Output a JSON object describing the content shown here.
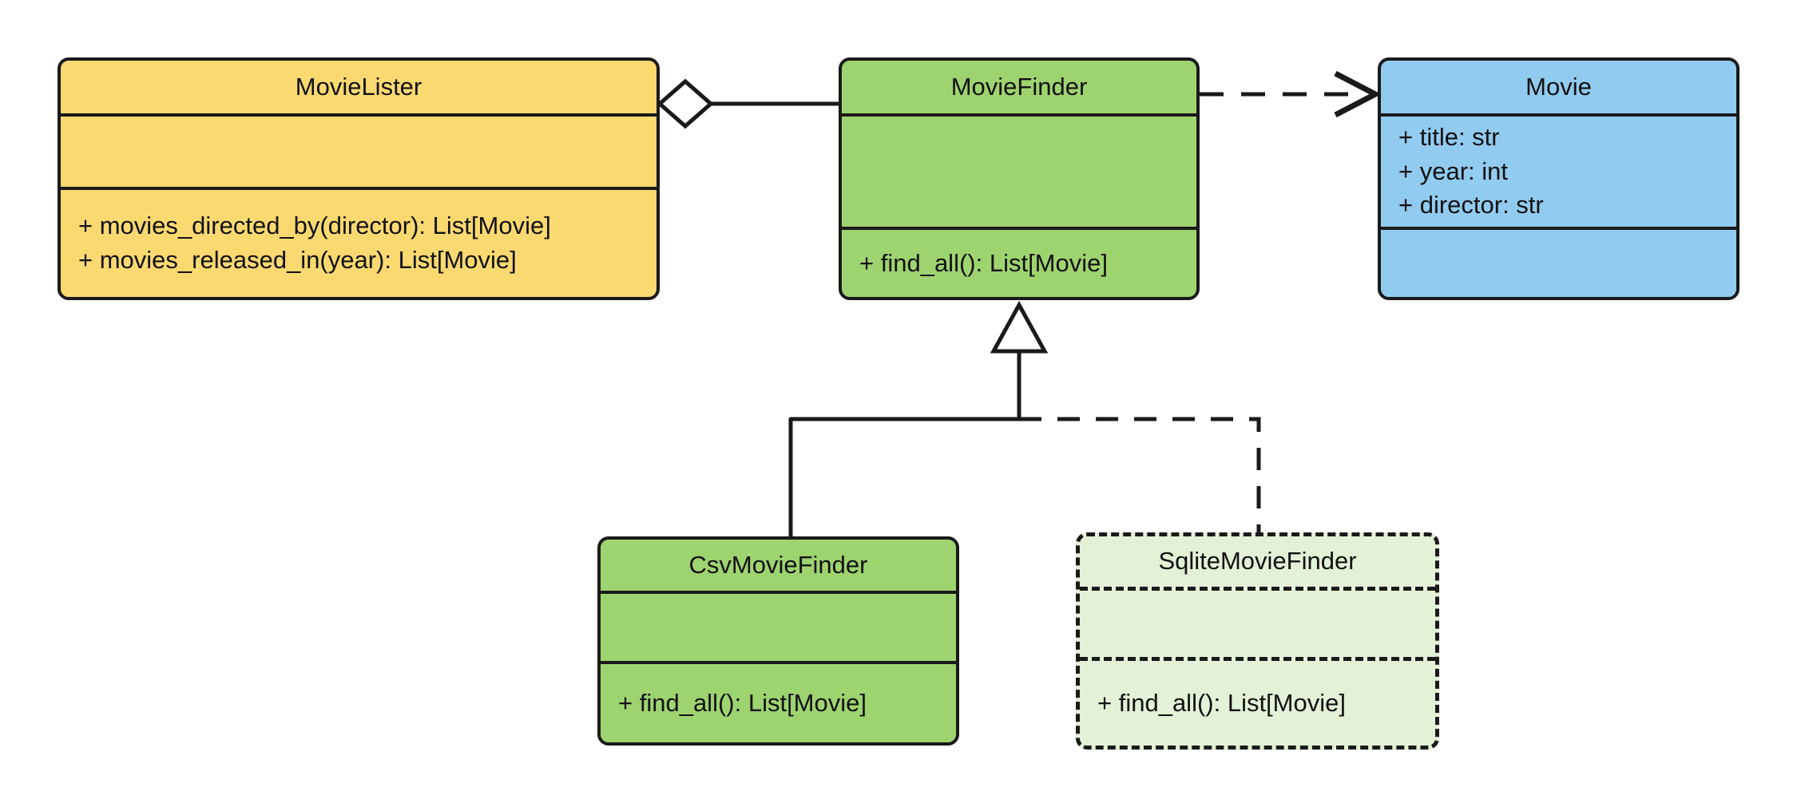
{
  "diagram": {
    "title": "MovieLister dependency injection UML class diagram",
    "type": "uml-class-diagram",
    "background_color": "#ffffff",
    "line_color": "#1a1a1a"
  },
  "palette": {
    "yellow": "#fbd971",
    "green": "#9ed470",
    "blue": "#91cbf0",
    "pale_green": "#e3f1d6",
    "stroke": "#1a1a1a"
  },
  "classes": [
    {
      "id": "movielister",
      "name": "MovieLister",
      "fill": "#fbd971",
      "border_style": "solid",
      "attributes": [],
      "methods": [
        "+ movies_directed_by(director): List[Movie]",
        "+ movies_released_in(year): List[Movie]"
      ]
    },
    {
      "id": "moviefinder",
      "name": "MovieFinder",
      "fill": "#9ed470",
      "border_style": "solid",
      "attributes": [],
      "methods": [
        "+ find_all(): List[Movie]"
      ]
    },
    {
      "id": "movie",
      "name": "Movie",
      "fill": "#91cbf0",
      "border_style": "solid",
      "attributes": [
        "+ title: str",
        "+ year: int",
        "+ director: str"
      ],
      "methods": []
    },
    {
      "id": "csvmoviefinder",
      "name": "CsvMovieFinder",
      "fill": "#9ed470",
      "border_style": "solid",
      "attributes": [],
      "methods": [
        "+ find_all(): List[Movie]"
      ]
    },
    {
      "id": "sqlitemoviefinder",
      "name": "SqliteMovieFinder",
      "fill": "#e3f1d6",
      "border_style": "dashed",
      "attributes": [],
      "methods": [
        "+ find_all(): List[Movie]"
      ]
    }
  ],
  "relationships": [
    {
      "id": "rel-aggregation",
      "type": "aggregation",
      "from": "MovieLister",
      "to": "MovieFinder",
      "line_style": "solid",
      "source_decoration": "hollow-diamond",
      "target_decoration": "none",
      "label": ""
    },
    {
      "id": "rel-dependency",
      "type": "dependency",
      "from": "MovieFinder",
      "to": "Movie",
      "line_style": "dashed",
      "source_decoration": "none",
      "target_decoration": "open-arrow",
      "label": ""
    },
    {
      "id": "rel-generalization-csv",
      "type": "generalization",
      "from": "CsvMovieFinder",
      "to": "MovieFinder",
      "line_style": "solid",
      "source_decoration": "none",
      "target_decoration": "hollow-triangle",
      "label": ""
    },
    {
      "id": "rel-generalization-sqlite",
      "type": "generalization",
      "from": "SqliteMovieFinder",
      "to": "MovieFinder",
      "line_style": "dashed",
      "source_decoration": "none",
      "target_decoration": "hollow-triangle",
      "label": ""
    }
  ]
}
